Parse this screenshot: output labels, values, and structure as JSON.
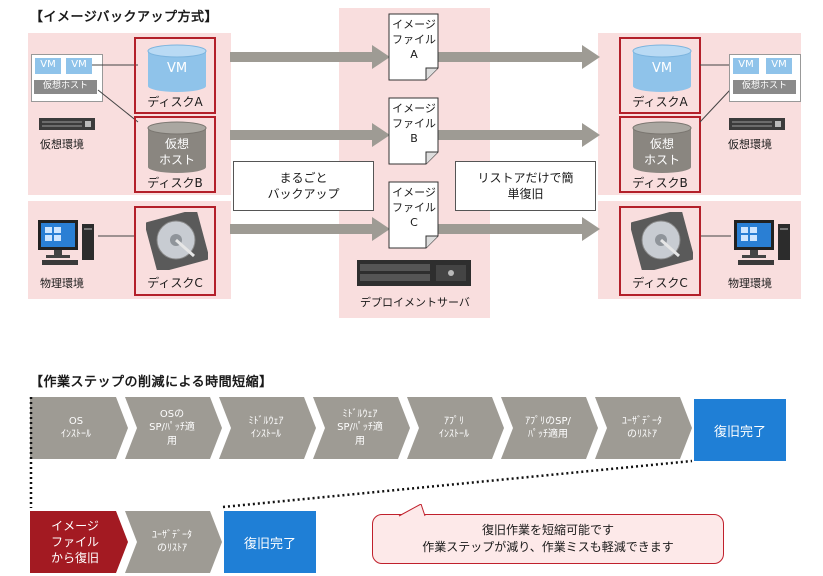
{
  "section1_title": "【イメージバックアップ方式】",
  "section2_title": "【作業ステップの削減による時間短縮】",
  "left": {
    "vm_chip_1": "VM",
    "vm_chip_2": "VM",
    "host_chip": "仮想ホスト",
    "virtual_env_label": "仮想環境",
    "physical_env_label": "物理環境",
    "disk_a_cyl": "VM",
    "disk_a_label": "ディスクA",
    "disk_b_cyl_line1": "仮想",
    "disk_b_cyl_line2": "ホスト",
    "disk_b_label": "ディスクB",
    "disk_c_label": "ディスクC"
  },
  "right": {
    "vm_chip_1": "VM",
    "vm_chip_2": "VM",
    "host_chip": "仮想ホスト",
    "virtual_env_label": "仮想環境",
    "physical_env_label": "物理環境",
    "disk_a_cyl": "VM",
    "disk_a_label": "ディスクA",
    "disk_b_cyl_line1": "仮想",
    "disk_b_cyl_line2": "ホスト",
    "disk_b_label": "ディスクB",
    "disk_c_label": "ディスクC"
  },
  "center": {
    "image_a": [
      "イメージ",
      "ファイル",
      "A"
    ],
    "image_b": [
      "イメージ",
      "ファイル",
      "B"
    ],
    "image_c": [
      "イメージ",
      "ファイル",
      "C"
    ],
    "backup_note": [
      "まるごと",
      "バックアップ"
    ],
    "restore_note": [
      "リストアだけで簡",
      "単復旧"
    ],
    "server_label": "デプロイメントサーバ"
  },
  "steps_long": [
    [
      "OS",
      "ｲﾝｽﾄｰﾙ"
    ],
    [
      "OSの",
      "SP/ﾊﾟｯﾁ適",
      "用"
    ],
    [
      "ﾐﾄﾞﾙｳｪｱ",
      "ｲﾝｽﾄｰﾙ"
    ],
    [
      "ﾐﾄﾞﾙｳｪｱ",
      "SP/ﾊﾟｯﾁ適",
      "用"
    ],
    [
      "ｱﾌﾟﾘ",
      "ｲﾝｽﾄｰﾙ"
    ],
    [
      "ｱﾌﾟﾘのSP/",
      "ﾊﾟｯﾁ適用"
    ],
    [
      "ﾕｰｻﾞﾃﾞｰﾀ",
      "のﾘｽﾄｱ"
    ]
  ],
  "done_long": "復旧完了",
  "steps_short": [
    [
      "イメージ",
      "ファイル",
      "から復旧"
    ],
    [
      "ﾕｰｻﾞﾃﾞｰﾀ",
      "のﾘｽﾄｱ"
    ]
  ],
  "done_short": "復旧完了",
  "callout": [
    "復旧作業を短縮可能です",
    "作業ステップが減り、作業ミスも軽減できます"
  ],
  "colors": {
    "panel": "#f9dede",
    "frame": "#b3202a",
    "step_gray": "#9e9b94",
    "step_red": "#a31a22",
    "done_blue": "#1f7fd6",
    "cyl_blue": "#8fc3ea",
    "cyl_gray": "#8a8680"
  }
}
